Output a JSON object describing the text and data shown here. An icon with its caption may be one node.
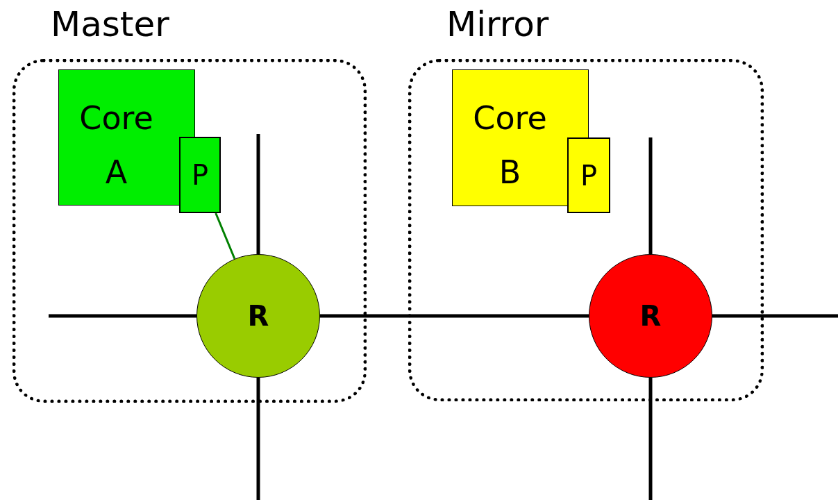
{
  "diagram": {
    "nodes": [
      {
        "text": [
          "Master"
        ]
      },
      {
        "text": [
          "Core A"
        ],
        "in": 0
      },
      {
        "text": [
          "P"
        ],
        "in": 0
      },
      {
        "text": [
          "R"
        ],
        "in": 0
      },
      {
        "text": [
          "Mirror"
        ]
      },
      {
        "text": [
          "Core B"
        ],
        "in": 4
      },
      {
        "text": [
          "P"
        ],
        "in": 4
      },
      {
        "text": [
          "R"
        ],
        "in": 4
      }
    ],
    "edges": [
      {
        "from": 2,
        "to": 3,
        "arrow": "none",
        "color": "#008000"
      },
      {
        "from": 3,
        "to": 7,
        "arrow": "none"
      },
      {
        "from": null,
        "to": 3,
        "arrow": "none"
      },
      {
        "from": null,
        "to": 3,
        "arrow": "none"
      },
      {
        "from": 3,
        "to": null,
        "arrow": "none"
      },
      {
        "from": null,
        "to": 7,
        "arrow": "none"
      },
      {
        "from": 7,
        "to": null,
        "arrow": "none"
      },
      {
        "from": 7,
        "to": null,
        "arrow": "none"
      }
    ]
  }
}
